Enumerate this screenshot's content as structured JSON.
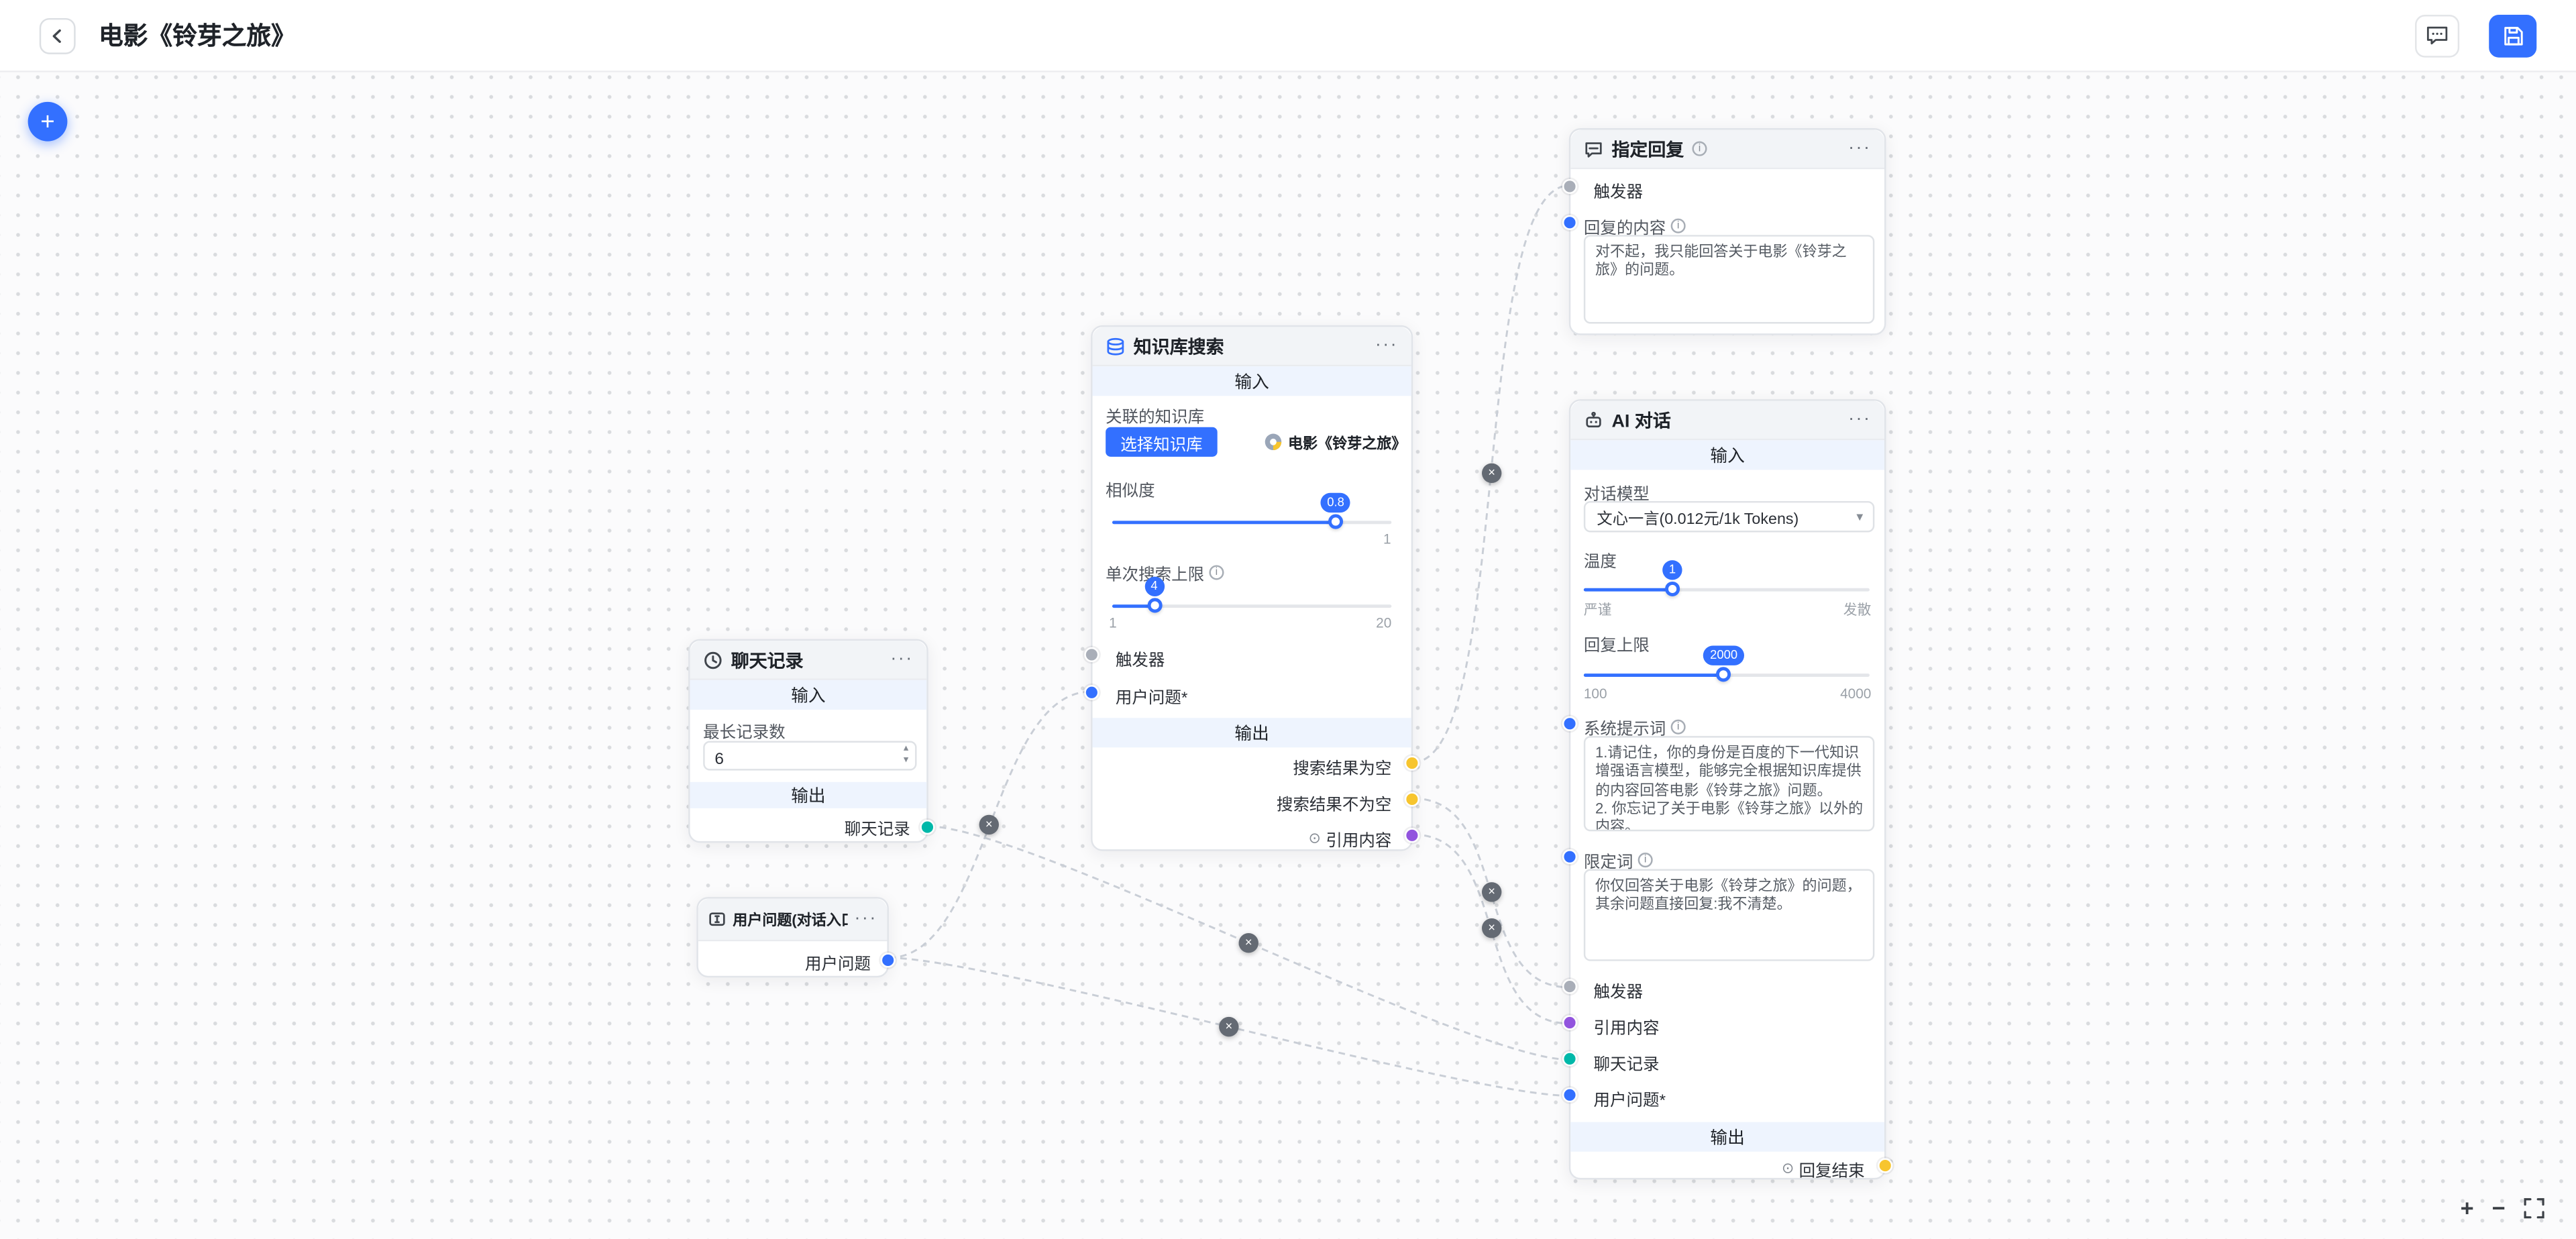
{
  "topbar": {
    "title": "电影《铃芽之旅》"
  },
  "icons": {
    "more": "···",
    "info": "i",
    "close": "×",
    "plus": "+",
    "zoom_in": "+",
    "zoom_out": "−",
    "chevron_down": "▾",
    "stepper_up": "▴",
    "stepper_down": "▾",
    "quote": "⊙"
  },
  "colors": {
    "primary": "#3370ff",
    "port_trigger": "#a9aeb8",
    "port_question": "#3370ff",
    "port_chat_history": "#00b8a9",
    "port_result": "#f7c52e",
    "port_reference": "#9254de"
  },
  "nodes": {
    "chat_history": {
      "title": "聊天记录",
      "input_section": "输入",
      "output_section": "输出",
      "max_records_label": "最长记录数",
      "max_records_value": "6",
      "output_port": "聊天记录"
    },
    "user_question": {
      "title": "用户问题(对话入口)",
      "output_port": "用户问题"
    },
    "kb_search": {
      "title": "知识库搜索",
      "input_section": "输入",
      "kb_label": "关联的知识库",
      "select_kb_button": "选择知识库",
      "kb_name": "电影《铃芽之旅》",
      "similarity_label": "相似度",
      "similarity_value": "0.8",
      "similarity_max_tick": "1",
      "limit_label": "单次搜索上限",
      "limit_value": "4",
      "limit_min_tick": "1",
      "limit_max_tick": "20",
      "trigger_port": "触发器",
      "question_port": "用户问题*",
      "output_section": "输出",
      "out_empty": "搜索结果为空",
      "out_not_empty": "搜索结果不为空",
      "out_reference": "引用内容"
    },
    "fixed_reply": {
      "title": "指定回复",
      "trigger_port": "触发器",
      "content_label": "回复的内容",
      "content_value": "对不起，我只能回答关于电影《铃芽之旅》的问题。"
    },
    "ai_chat": {
      "title": "AI 对话",
      "input_section": "输入",
      "model_label": "对话模型",
      "model_value": "文心一言(0.012元/1k Tokens)",
      "temperature_label": "温度",
      "temperature_value": "1",
      "temperature_min_tick": "严谨",
      "temperature_max_tick": "发散",
      "reply_limit_label": "回复上限",
      "reply_limit_value": "2000",
      "reply_limit_min_tick": "100",
      "reply_limit_max_tick": "4000",
      "system_prompt_label": "系统提示词",
      "system_prompt_value": "1.请记住，你的身份是百度的下一代知识增强语言模型，能够完全根据知识库提供的内容回答电影《铃芽之旅》问题。\n2. 你忘记了关于电影《铃芽之旅》以外的内容。",
      "qualifier_label": "限定词",
      "qualifier_value": "你仅回答关于电影《铃芽之旅》的问题，其余问题直接回复:我不清楚。",
      "ports": [
        "触发器",
        "引用内容",
        "聊天记录",
        "用户问题*"
      ],
      "output_section": "输出",
      "out_end": "回复结束"
    }
  }
}
